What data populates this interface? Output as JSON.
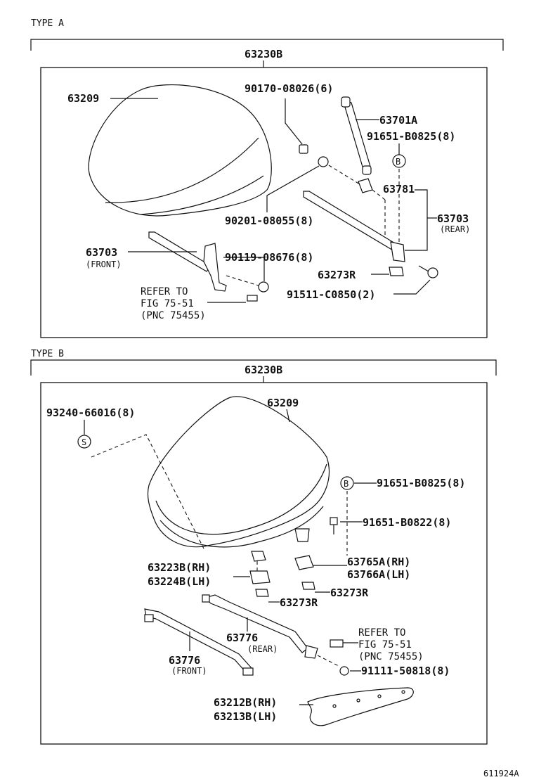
{
  "type_a": {
    "title": "TYPE A",
    "assembly": "63230B",
    "labels": {
      "cover": "63209",
      "nut": "90170-08026(6)",
      "stay": "63701A",
      "clip_b": "91651-B0825(8)",
      "bracket": "63781",
      "washer": "90201-08055(8)",
      "rail_rear": "63703",
      "rail_rear_sub": "(REAR)",
      "rail_front": "63703",
      "rail_front_sub": "(FRONT)",
      "bolt": "90119-08676(8)",
      "plate": "63273R",
      "screw": "91511-C0850(2)",
      "refer1": "REFER TO",
      "refer2": "FIG 75-51",
      "refer3": "(PNC 75455)"
    }
  },
  "type_b": {
    "title": "TYPE B",
    "assembly": "63230B",
    "labels": {
      "cover": "63209",
      "screw_s": "93240-66016(8)",
      "clip_b": "91651-B0825(8)",
      "clip_b2": "91651-B0822(8)",
      "hinge_rh": "63765A(RH)",
      "hinge_lh": "63766A(LH)",
      "plate1": "63273R",
      "bracket_rh": "63223B(RH)",
      "bracket_lh": "63224B(LH)",
      "plate2": "63273R",
      "rail_rear": "63776",
      "rail_rear_sub": "(REAR)",
      "rail_front": "63776",
      "rail_front_sub": "(FRONT)",
      "refer1": "REFER TO",
      "refer2": "FIG 75-51",
      "refer3": "(PNC 75455)",
      "bolt": "91111-50818(8)",
      "pad_rh": "63212B(RH)",
      "pad_lh": "63213B(LH)"
    }
  },
  "footer_code": "611924A"
}
